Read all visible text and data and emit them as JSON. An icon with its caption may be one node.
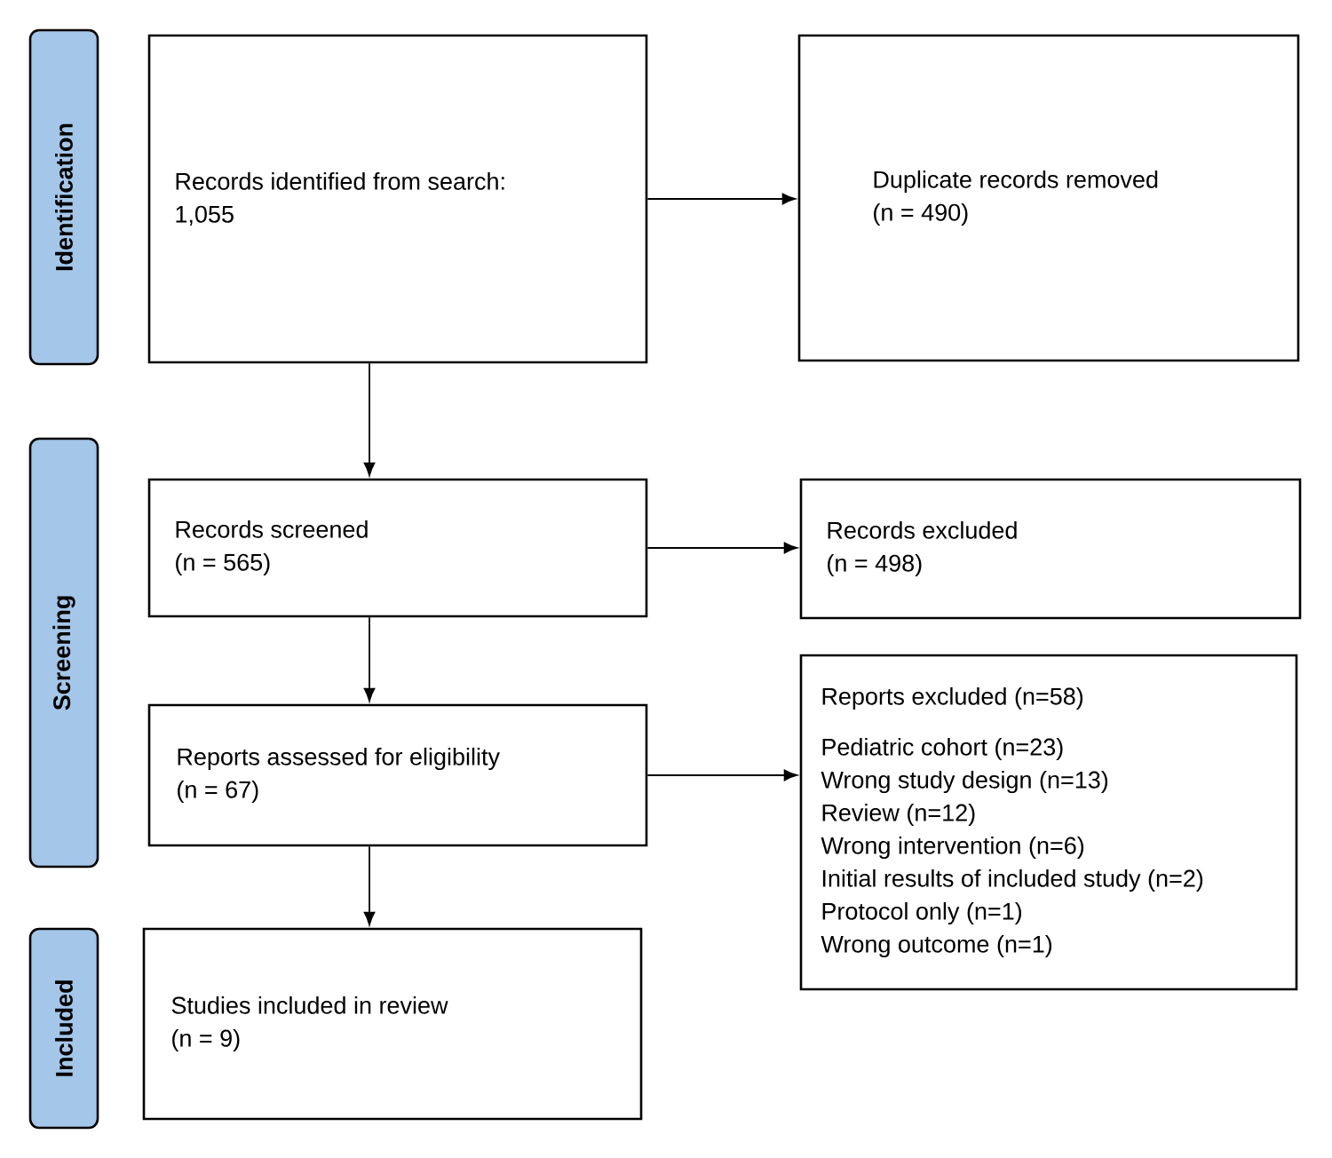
{
  "diagram": {
    "nodes": [
      {
        "text": [
          "Identification"
        ]
      },
      {
        "text": [
          "Screening"
        ]
      },
      {
        "text": [
          "Included"
        ]
      },
      {
        "text": [
          "Records identified from search:",
          "1,055"
        ]
      },
      {
        "text": [
          "Duplicate records removed",
          "(n = 490)"
        ]
      },
      {
        "text": [
          "Records screened",
          "(n = 565)"
        ]
      },
      {
        "text": [
          "Records excluded",
          "(n = 498)"
        ]
      },
      {
        "text": [
          "Reports assessed for eligibility",
          "(n = 67)"
        ]
      },
      {
        "text": [
          "Reports excluded (n=58)",
          "Pediatric cohort (n=23)",
          "Wrong study design (n=13)",
          "Review (n=12)",
          "Wrong intervention (n=6)",
          "Initial results of included study (n=2)",
          "Protocol only (n=1)",
          "Wrong outcome (n=1)"
        ]
      },
      {
        "text": [
          "Studies included in review",
          "(n = 9)"
        ]
      }
    ],
    "edges": [
      {
        "from": 3,
        "to": 4,
        "arrow": "to"
      },
      {
        "from": 3,
        "to": 5,
        "arrow": "to"
      },
      {
        "from": 5,
        "to": 6,
        "arrow": "to"
      },
      {
        "from": 5,
        "to": 7,
        "arrow": "to"
      },
      {
        "from": 7,
        "to": 8,
        "arrow": "to"
      },
      {
        "from": 7,
        "to": 9,
        "arrow": "to"
      }
    ]
  }
}
